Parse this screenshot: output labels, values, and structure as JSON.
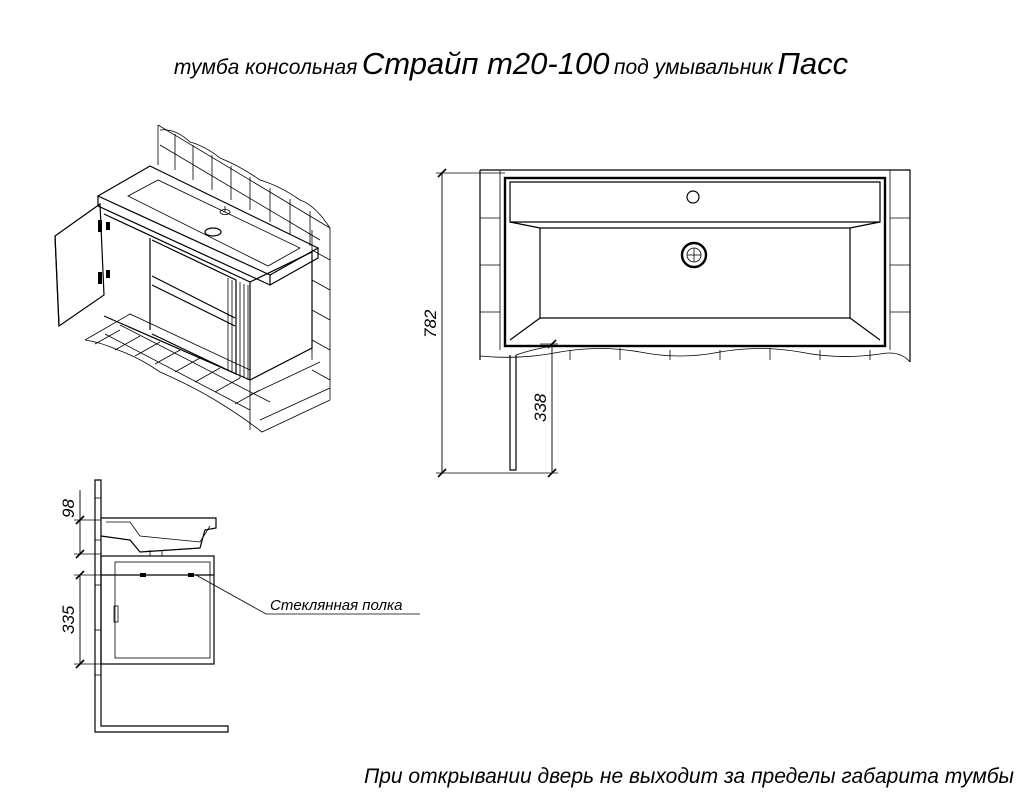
{
  "title": {
    "part1": "тумба консольная",
    "part2": "Страйп т20-100",
    "part3": "под умывальник",
    "part4": "Пасс"
  },
  "front_view": {
    "dim_total": "782",
    "dim_lower": "338"
  },
  "side_view": {
    "dim_top": "98",
    "dim_cabinet": "335",
    "shelf_label": "Стеклянная полка"
  },
  "footer_note": "При открывании дверь не выходит за пределы габарита тумбы"
}
